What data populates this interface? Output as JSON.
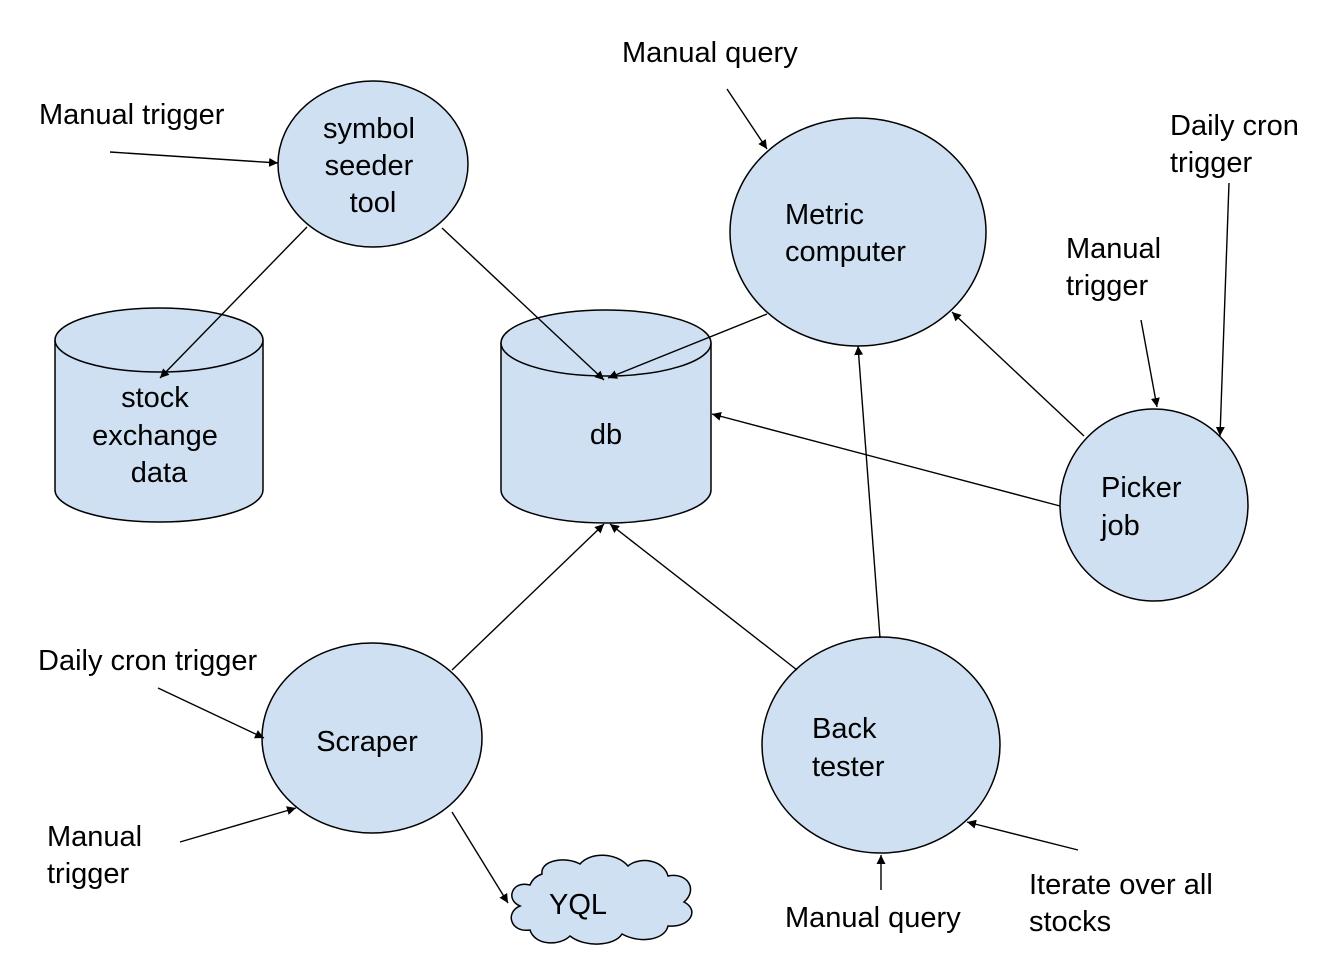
{
  "colors": {
    "node_fill": "#cfe0f2",
    "stroke": "#000000",
    "background": "#ffffff"
  },
  "nodes": {
    "symbol_seeder": {
      "lines": [
        "symbol",
        "seeder",
        "tool"
      ]
    },
    "stock_exchange": {
      "lines": [
        "stock",
        "exchange",
        "data"
      ]
    },
    "db": {
      "lines": [
        "db"
      ]
    },
    "metric_computer": {
      "lines": [
        "Metric",
        "computer"
      ]
    },
    "picker_job": {
      "lines": [
        "Picker",
        "job"
      ]
    },
    "scraper": {
      "lines": [
        "Scraper"
      ]
    },
    "back_tester": {
      "lines": [
        "Back",
        "tester"
      ]
    },
    "yql": {
      "lines": [
        "YQL"
      ]
    }
  },
  "annotations": {
    "manual_trigger_seeder": {
      "lines": [
        "Manual trigger"
      ]
    },
    "manual_query_metric": {
      "lines": [
        "Manual query"
      ]
    },
    "daily_cron_picker": {
      "lines": [
        "Daily cron",
        "trigger"
      ]
    },
    "manual_trigger_picker": {
      "lines": [
        "Manual",
        "trigger"
      ]
    },
    "daily_cron_scraper": {
      "lines": [
        "Daily cron trigger"
      ]
    },
    "manual_trigger_scraper": {
      "lines": [
        "Manual",
        "trigger"
      ]
    },
    "manual_query_backtester": {
      "lines": [
        "Manual query"
      ]
    },
    "iterate_stocks": {
      "lines": [
        "Iterate over all",
        "stocks"
      ]
    }
  }
}
